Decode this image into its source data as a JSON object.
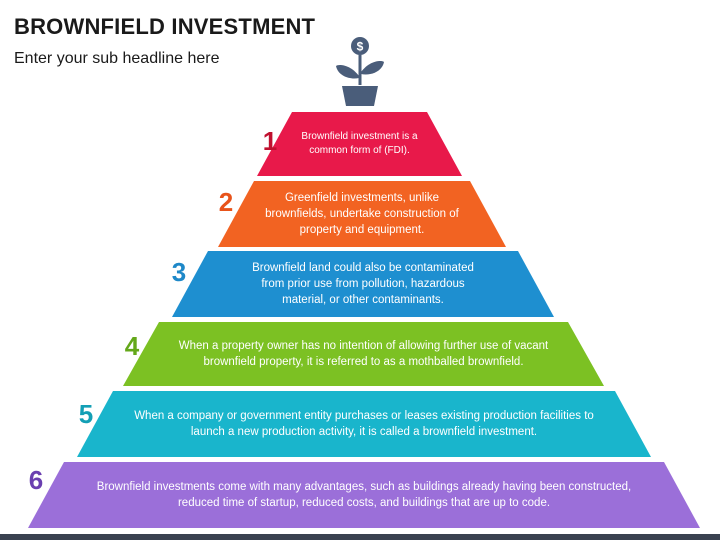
{
  "title": "BROWNFIELD INVESTMENT",
  "subtitle": "Enter your sub headline here",
  "icon": "dollar-plant-icon",
  "tiers": [
    {
      "number": "1",
      "color": "#e8194a",
      "number_color": "#c0102f",
      "text": "Brownfield investment is a common form of (FDI)."
    },
    {
      "number": "2",
      "color": "#f26322",
      "number_color": "#e8531a",
      "text": "Greenfield investments, unlike brownfields, undertake construction of property and equipment."
    },
    {
      "number": "3",
      "color": "#1e8fd0",
      "number_color": "#1e88c8",
      "text": "Brownfield land could also be contaminated from prior use from pollution, hazardous material, or other contaminants."
    },
    {
      "number": "4",
      "color": "#7cc123",
      "number_color": "#64a81a",
      "text": "When a property owner has no intention of allowing further use of vacant brownfield property, it is referred to as a mothballed brownfield."
    },
    {
      "number": "5",
      "color": "#19b5cc",
      "number_color": "#139fb5",
      "text": "When a company or government entity purchases or leases existing production facilities to launch a new production activity, it is called a brownfield investment."
    },
    {
      "number": "6",
      "color": "#9b6fd9",
      "number_color": "#6a3fb0",
      "text": "Brownfield investments come with many advantages, such as buildings already having been constructed, reduced time of startup, reduced costs, and buildings that are up to code."
    }
  ]
}
